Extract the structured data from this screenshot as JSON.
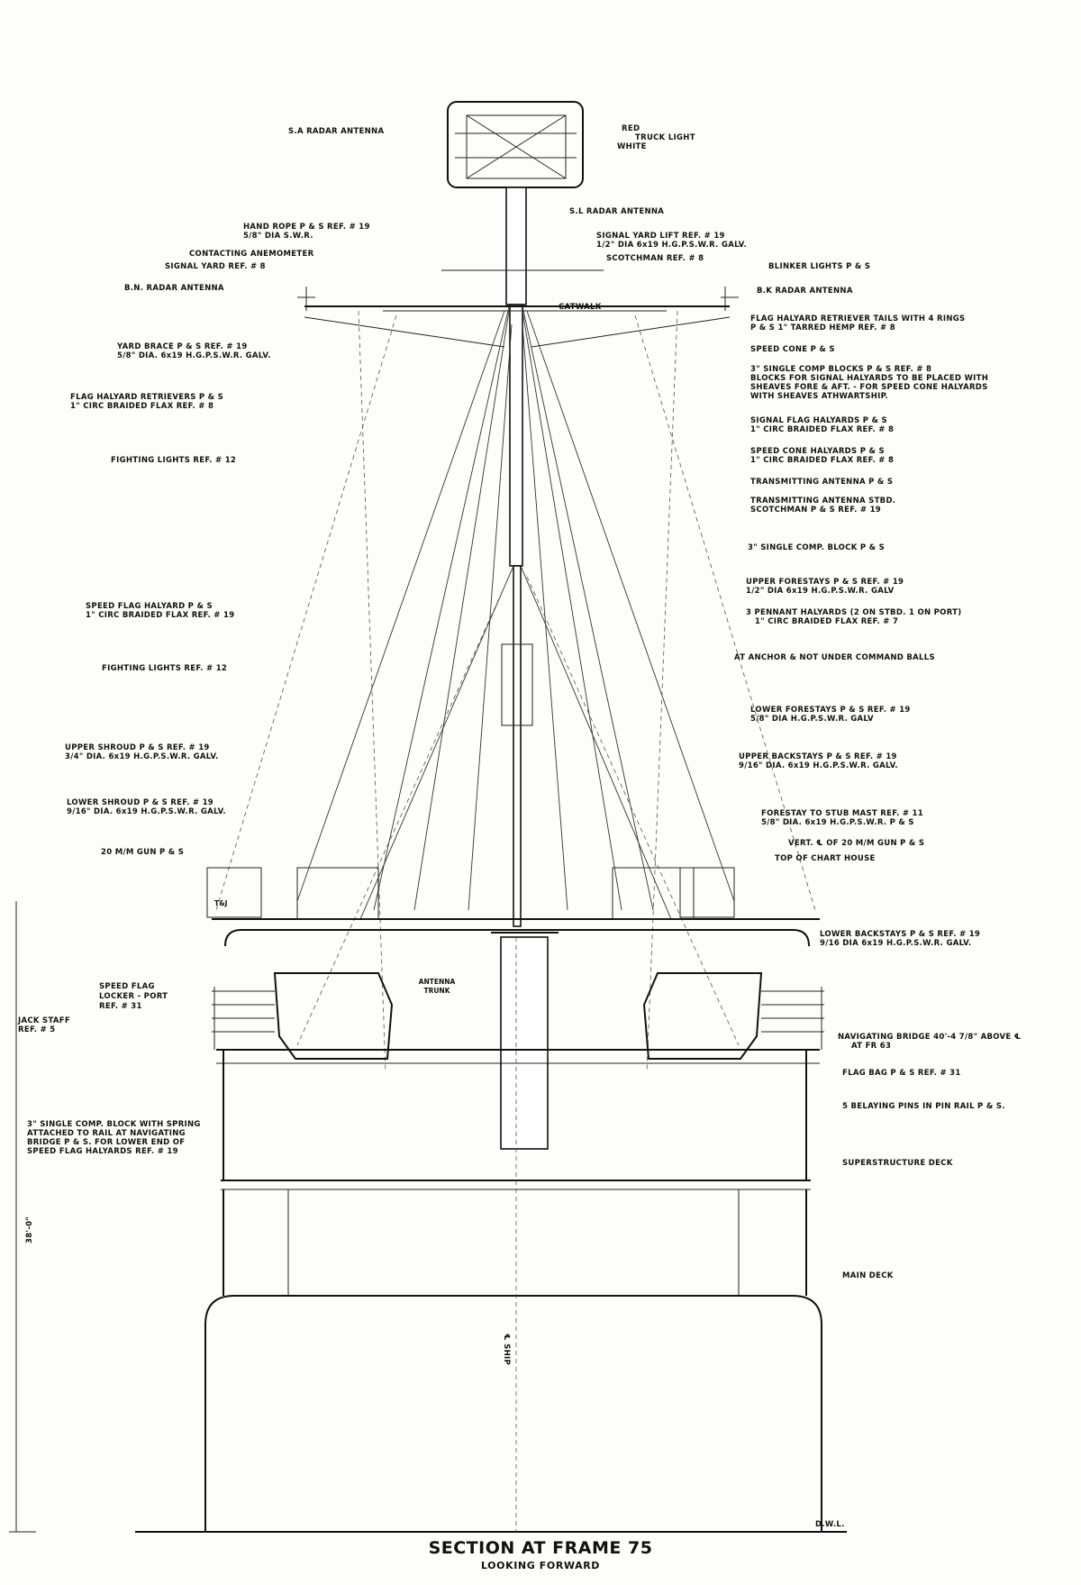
{
  "title": "SECTION AT FRAME 75",
  "subtitle": "LOOKING FORWARD",
  "dimension_label": "38'-0\"",
  "centerline_label": "℄ SHIP",
  "labels_left": [
    "S.A RADAR ANTENNA",
    "HAND ROPE P & S REF. # 19",
    "5/8\" DIA S.W.R.",
    "CONTACTING ANEMOMETER",
    "SIGNAL YARD REF. # 8",
    "B.N. RADAR ANTENNA",
    "YARD BRACE P & S REF. # 19",
    "5/8\" DIA. 6x19 H.G.P.S.W.R. GALV.",
    "FLAG HALYARD RETRIEVERS P & S",
    "1\" CIRC BRAIDED FLAX REF. # 8",
    "FIGHTING LIGHTS REF. # 12",
    "SPEED FLAG HALYARD P & S",
    "1\" CIRC BRAIDED FLAX REF. # 19",
    "FIGHTING LIGHTS REF. # 12",
    "UPPER SHROUD P & S REF. # 19",
    "3/4\" DIA. 6x19 H.G.P.S.W.R. GALV.",
    "LOWER SHROUD P & S REF. # 19",
    "9/16\" DIA. 6x19 H.G.P.S.W.R. GALV.",
    "20 M/M GUN P & S",
    "SPEED FLAG",
    "LOCKER - PORT",
    "REF. # 31",
    "JACK STAFF",
    "REF. # 5",
    "3\" SINGLE COMP. BLOCK WITH SPRING",
    "ATTACHED TO RAIL AT NAVIGATING",
    "BRIDGE P & S. FOR LOWER END OF",
    "SPEED FLAG HALYARDS REF. # 19"
  ],
  "labels_right": [
    "RED",
    "TRUCK LIGHT",
    "WHITE",
    "S.L RADAR ANTENNA",
    "SIGNAL YARD LIFT REF. # 19",
    "1/2\" DIA 6x19 H.G.P.S.W.R. GALV.",
    "SCOTCHMAN REF. # 8",
    "BLINKER LIGHTS P & S",
    "B.K RADAR ANTENNA",
    "CATWALK",
    "FLAG HALYARD RETRIEVER TAILS WITH 4 RINGS",
    "P & S 1\" TARRED HEMP REF. # 8",
    "SPEED CONE P & S",
    "3\" SINGLE COMP BLOCKS P & S REF. # 8",
    "BLOCKS FOR SIGNAL HALYARDS TO BE PLACED WITH",
    "SHEAVES FORE & AFT. - FOR SPEED CONE HALYARDS",
    "WITH SHEAVES ATHWARTSHIP.",
    "SIGNAL FLAG HALYARDS P & S",
    "1\" CIRC BRAIDED FLAX REF. # 8",
    "SPEED CONE HALYARDS P & S",
    "1\" CIRC BRAIDED FLAX REF. # 8",
    "TRANSMITTING ANTENNA P & S",
    "TRANSMITTING ANTENNA STBD.",
    "SCOTCHMAN P & S REF. # 19",
    "3\" SINGLE COMP. BLOCK P & S",
    "UPPER FORESTAYS P & S REF. # 19",
    "1/2\" DIA 6x19 H.G.P.S.W.R. GALV",
    "3 PENNANT HALYARDS (2 ON STBD. 1 ON PORT)",
    "1\" CIRC BRAIDED FLAX REF. # 7",
    "AT ANCHOR & NOT UNDER COMMAND BALLS",
    "LOWER FORESTAYS P & S REF. # 19",
    "5/8\" DIA H.G.P.S.W.R. GALV",
    "UPPER BACKSTAYS P & S REF. # 19",
    "9/16\" DIA. 6x19 H.G.P.S.W.R. GALV.",
    "FORESTAY TO STUB MAST REF. # 11",
    "5/8\" DIA. 6x19 H.G.P.S.W.R. P & S",
    "VERT. ℄ OF 20 M/M GUN P & S",
    "TOP OF CHART HOUSE",
    "LOWER BACKSTAYS P & S REF. # 19",
    "9/16 DIA 6x19 H.G.P.S.W.R. GALV.",
    "NAVIGATING BRIDGE 40'-4 7/8\" ABOVE ℄",
    "AT FR 63",
    "FLAG BAG P & S REF. # 31",
    "5 BELAYING PINS IN PIN RAIL P & S.",
    "SUPERSTRUCTURE DECK",
    "MAIN DECK",
    "D.W.L."
  ],
  "labels_inner": [
    "ANTENNA",
    "TRUNK",
    "T&J"
  ]
}
